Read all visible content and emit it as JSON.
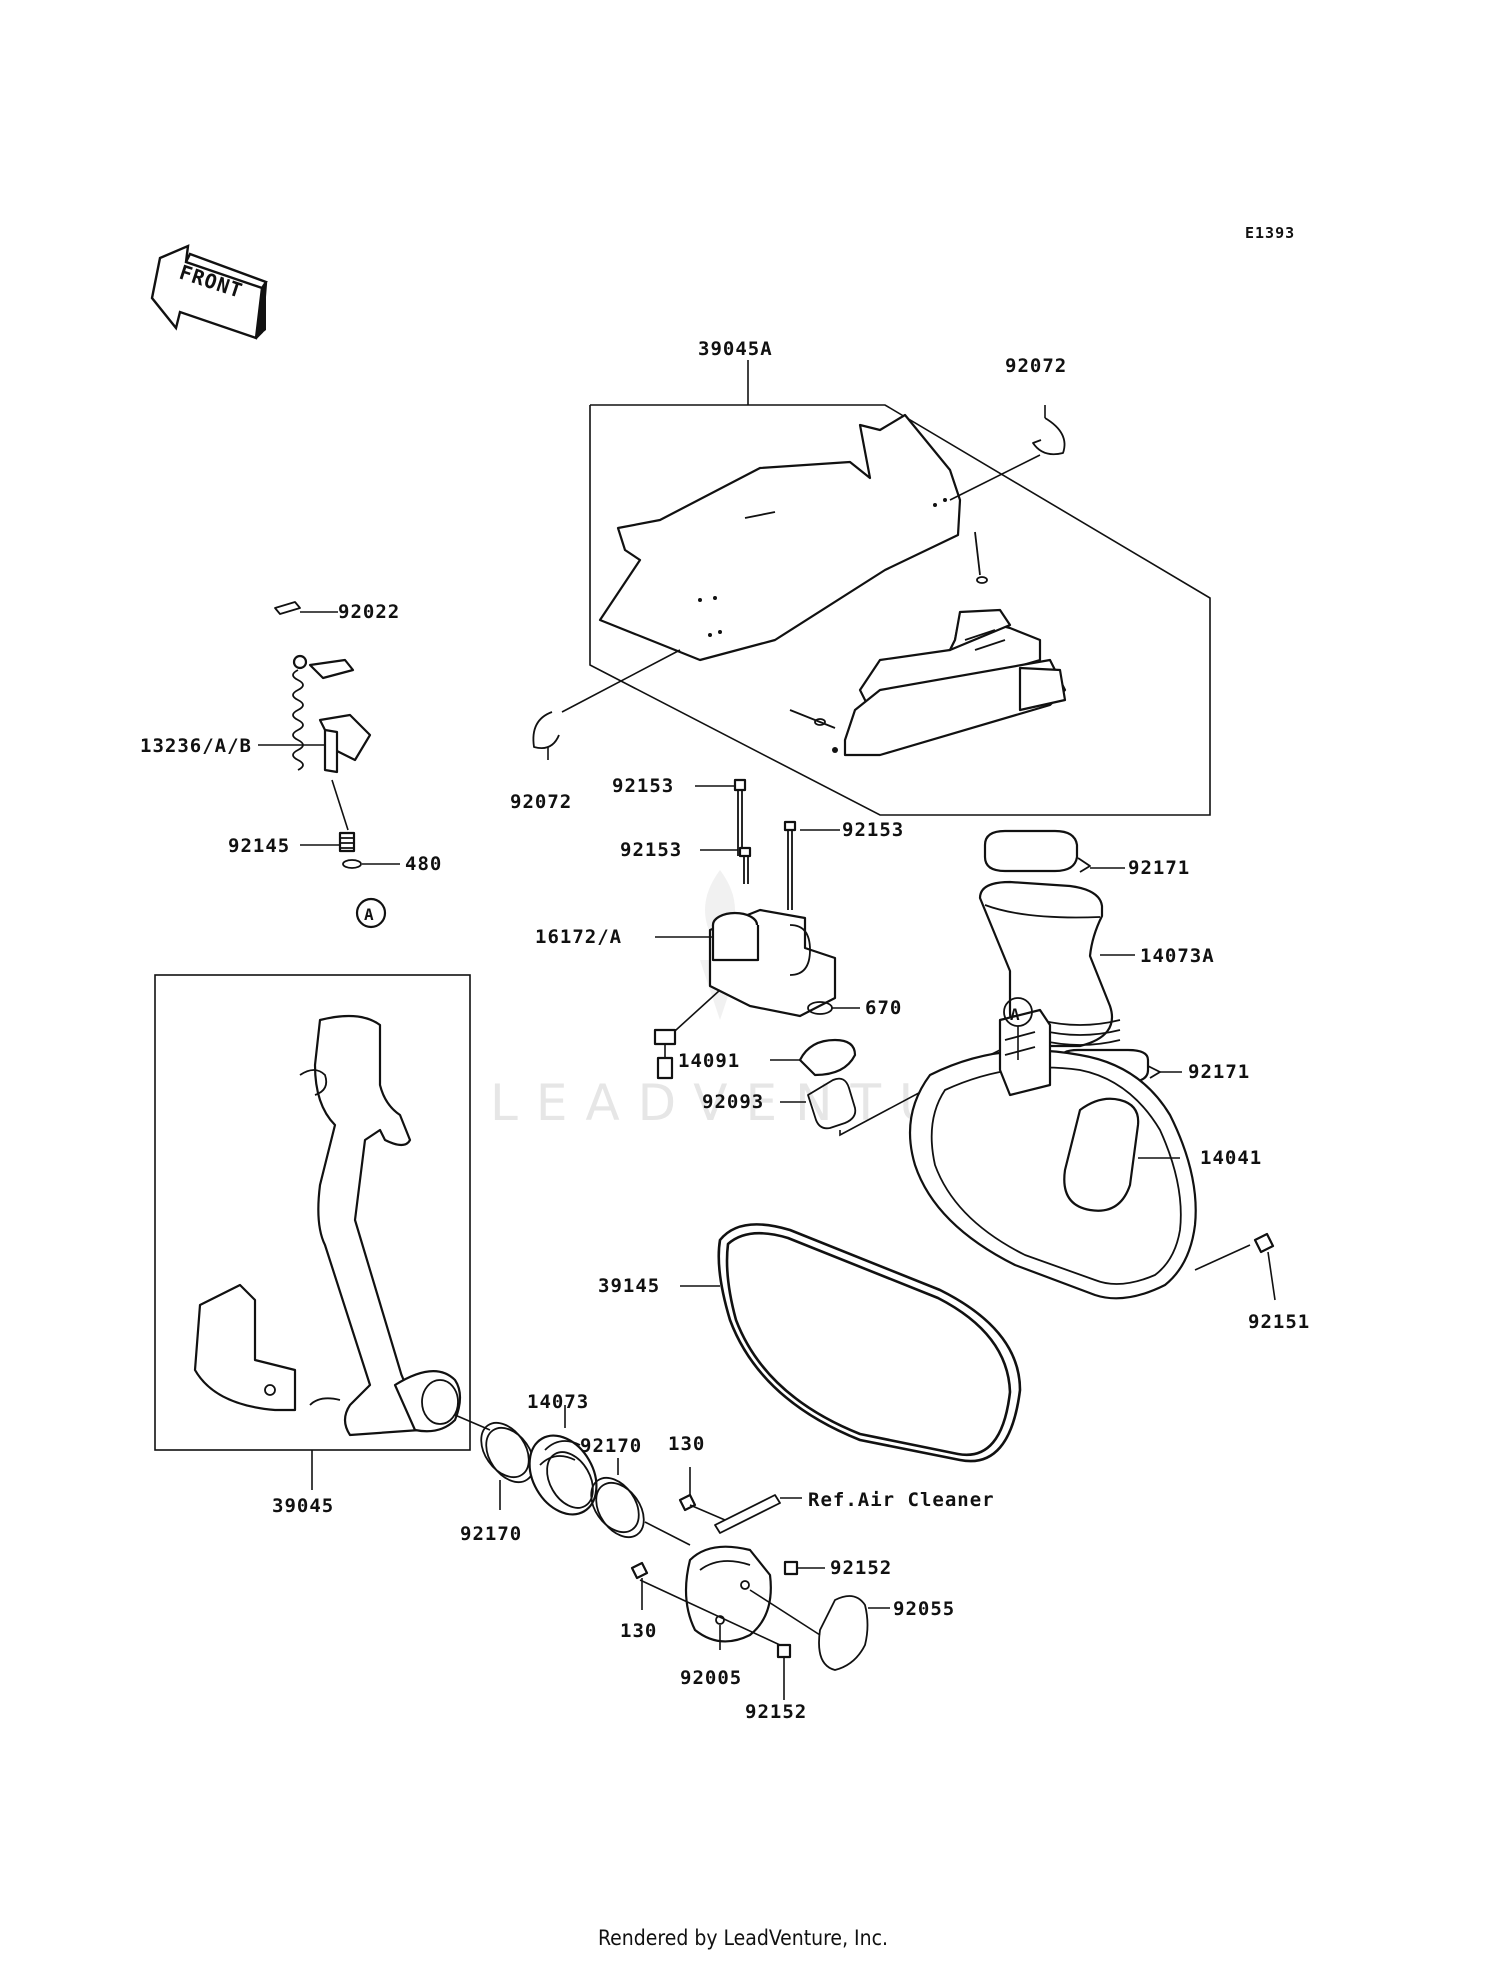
{
  "diagram_code": "E1393",
  "front_label": "FRONT",
  "watermark": "LEADVENTURE",
  "footer": "Rendered by LeadVenture, Inc.",
  "callout_ref": "A",
  "parts": {
    "p39045A": "39045A",
    "p92072_top": "92072",
    "p92072_left": "92072",
    "p92022": "92022",
    "p13236": "13236/A/B",
    "p92145": "92145",
    "p480": "480",
    "p92153_a": "92153",
    "p92153_b": "92153",
    "p92153_c": "92153",
    "p16172": "16172/A",
    "p670": "670",
    "p14091": "14091",
    "p92093": "92093",
    "p92171_top": "92171",
    "p14073A": "14073A",
    "p92171_mid": "92171",
    "p14041": "14041",
    "p39145": "39145",
    "p92151": "92151",
    "p39045": "39045",
    "p14073": "14073",
    "p92170_top": "92170",
    "p92170_bot": "92170",
    "p130_top": "130",
    "p130_bot": "130",
    "ref_air_cleaner": "Ref.Air Cleaner",
    "p92152_top": "92152",
    "p92152_bot": "92152",
    "p92055": "92055",
    "p92005": "92005"
  }
}
